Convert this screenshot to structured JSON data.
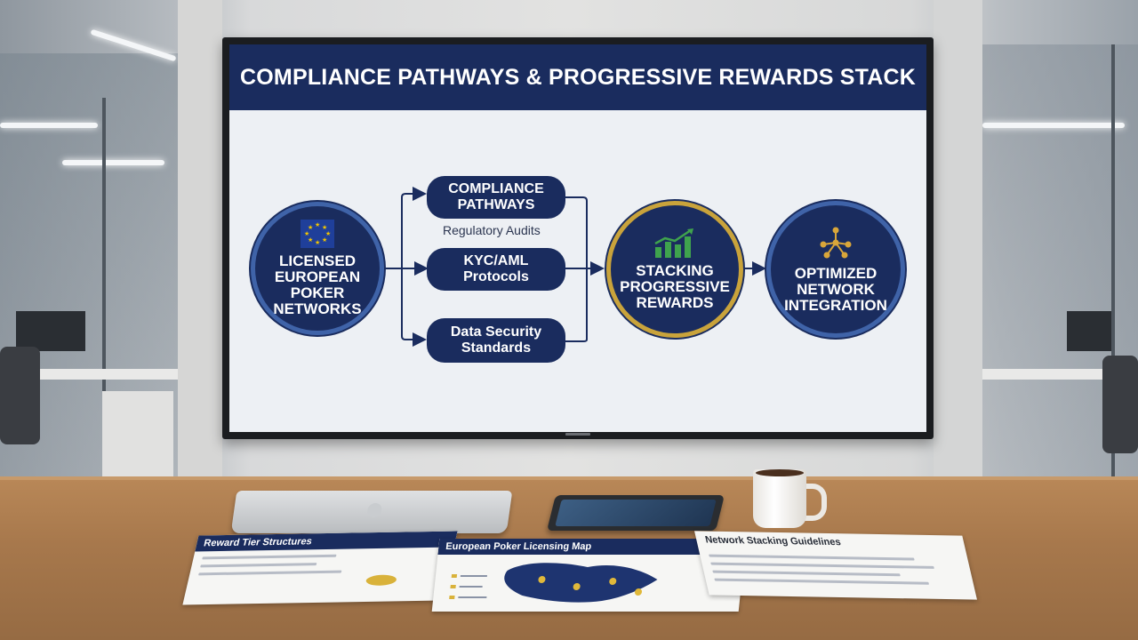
{
  "slide": {
    "title": "COMPLIANCE PATHWAYS & PROGRESSIVE REWARDS STACK",
    "source": {
      "line1": "LICENSED",
      "line2": "EUROPEAN",
      "line3": "POKER",
      "line4": "NETWORKS",
      "icon": "eu-flag-icon"
    },
    "pathways": [
      {
        "line1": "COMPLIANCE",
        "line2": "PATHWAYS",
        "caption": "Regulatory Audits"
      },
      {
        "line1": "KYC/AML",
        "line2": "Protocols"
      },
      {
        "line1": "Data Security",
        "line2": "Standards"
      }
    ],
    "stacking": {
      "line1": "STACKING",
      "line2": "PROGRESSIVE",
      "line3": "REWARDS",
      "icon": "growth-bar-chart-icon"
    },
    "outcome": {
      "line1": "OPTIMIZED",
      "line2": "NETWORK",
      "line3": "INTEGRATION",
      "icon": "network-nodes-icon"
    },
    "colors": {
      "navy": "#1a2c5e",
      "gold": "#c9a33b",
      "ring_blue": "#3f63a8",
      "slide_bg": "#edf0f4"
    }
  },
  "documents": [
    {
      "title": "Reward Tier Structures"
    },
    {
      "title": "European Poker Licensing Map"
    },
    {
      "title": "Network Stacking Guidelines"
    }
  ]
}
